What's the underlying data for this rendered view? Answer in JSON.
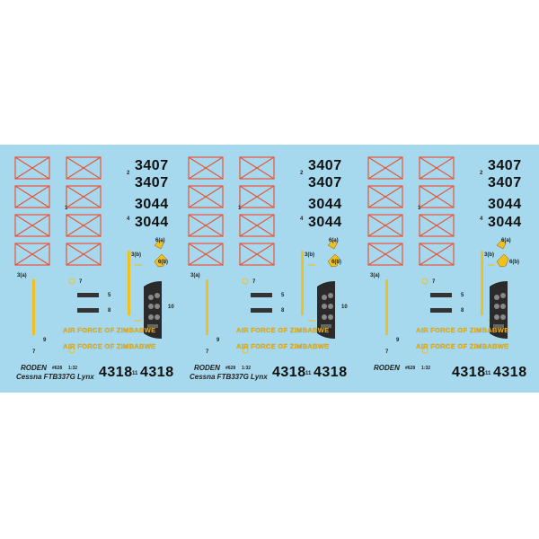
{
  "sheet": {
    "brand": "RODEN",
    "catalog": "#628",
    "scale": "1:32",
    "model": "Cessna FTB337G Lynx",
    "serials": [
      "3407",
      "3407",
      "3044",
      "3044"
    ],
    "tail_codes": [
      "4318",
      "4318"
    ],
    "air_force_text": "AIR FORCE OF ZIMBABWE",
    "refs": {
      "r1": "1",
      "r2": "2",
      "r4": "4",
      "r3a": "3(a)",
      "r3b": "3(b)",
      "r5": "5",
      "r6a": "6(a)",
      "r6b": "6(b)",
      "r7": "7",
      "r8": "8",
      "r9": "9",
      "r10": "10",
      "r11": "11"
    },
    "colors": {
      "background": "#a6d9ee",
      "flag_red": "#e8543a",
      "yellow": "#f0c020",
      "instrument": "#2a2a2a"
    }
  }
}
